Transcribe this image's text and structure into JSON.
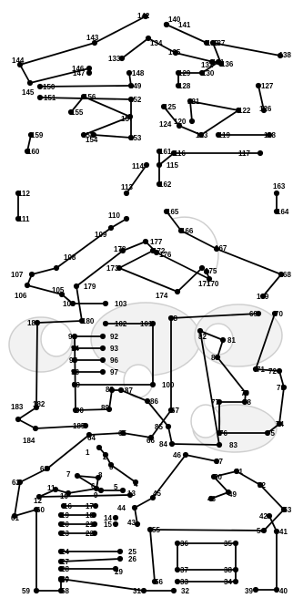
{
  "colors": {
    "ink": "#000000",
    "guide_line": "#cfcfcf",
    "guide_fill": "#f2f2f2",
    "background": "#ffffff"
  },
  "dots": [
    {
      "n": "1"
    },
    {
      "n": "2"
    },
    {
      "n": "3"
    },
    {
      "n": "4"
    },
    {
      "n": "5"
    },
    {
      "n": "6"
    },
    {
      "n": "7"
    },
    {
      "n": "8"
    },
    {
      "n": "9"
    },
    {
      "n": "10"
    },
    {
      "n": "11"
    },
    {
      "n": "12"
    },
    {
      "n": "13"
    },
    {
      "n": "14"
    },
    {
      "n": "15"
    },
    {
      "n": "16"
    },
    {
      "n": "17"
    },
    {
      "n": "18"
    },
    {
      "n": "19"
    },
    {
      "n": "20"
    },
    {
      "n": "21"
    },
    {
      "n": "22"
    },
    {
      "n": "23"
    },
    {
      "n": "24"
    },
    {
      "n": "25"
    },
    {
      "n": "26"
    },
    {
      "n": "27"
    },
    {
      "n": "28"
    },
    {
      "n": "29"
    },
    {
      "n": "30"
    },
    {
      "n": "31"
    },
    {
      "n": "32"
    },
    {
      "n": "33"
    },
    {
      "n": "34"
    },
    {
      "n": "35"
    },
    {
      "n": "36"
    },
    {
      "n": "37"
    },
    {
      "n": "38"
    },
    {
      "n": "39"
    },
    {
      "n": "40"
    },
    {
      "n": "41"
    },
    {
      "n": "42"
    },
    {
      "n": "43"
    },
    {
      "n": "44"
    },
    {
      "n": "45"
    },
    {
      "n": "46"
    },
    {
      "n": "47"
    },
    {
      "n": "48"
    },
    {
      "n": "49"
    },
    {
      "n": "50"
    },
    {
      "n": "51"
    },
    {
      "n": "52"
    },
    {
      "n": "53"
    },
    {
      "n": "54"
    },
    {
      "n": "55"
    },
    {
      "n": "56"
    },
    {
      "n": "57"
    },
    {
      "n": "58"
    },
    {
      "n": "59"
    },
    {
      "n": "60"
    },
    {
      "n": "61"
    },
    {
      "n": "62"
    },
    {
      "n": "63"
    },
    {
      "n": "64"
    },
    {
      "n": "65"
    },
    {
      "n": "66"
    },
    {
      "n": "67"
    },
    {
      "n": "68"
    },
    {
      "n": "69"
    },
    {
      "n": "70"
    },
    {
      "n": "71"
    },
    {
      "n": "72"
    },
    {
      "n": "73"
    },
    {
      "n": "74"
    },
    {
      "n": "75"
    },
    {
      "n": "76"
    },
    {
      "n": "77"
    },
    {
      "n": "78"
    },
    {
      "n": "79"
    },
    {
      "n": "80"
    },
    {
      "n": "81"
    },
    {
      "n": "82"
    },
    {
      "n": "83"
    },
    {
      "n": "84"
    },
    {
      "n": "85"
    },
    {
      "n": "86"
    },
    {
      "n": "87"
    },
    {
      "n": "88"
    },
    {
      "n": "89"
    },
    {
      "n": "90"
    },
    {
      "n": "91"
    },
    {
      "n": "92"
    },
    {
      "n": "93"
    },
    {
      "n": "94"
    },
    {
      "n": "95"
    },
    {
      "n": "96"
    },
    {
      "n": "97"
    },
    {
      "n": "98"
    },
    {
      "n": "99"
    },
    {
      "n": "100"
    },
    {
      "n": "101"
    },
    {
      "n": "102"
    },
    {
      "n": "103"
    },
    {
      "n": "104"
    },
    {
      "n": "105"
    },
    {
      "n": "106"
    },
    {
      "n": "107"
    },
    {
      "n": "108"
    },
    {
      "n": "109"
    },
    {
      "n": "110"
    },
    {
      "n": "111"
    },
    {
      "n": "112"
    },
    {
      "n": "113"
    },
    {
      "n": "114"
    },
    {
      "n": "115"
    },
    {
      "n": "116"
    },
    {
      "n": "117"
    },
    {
      "n": "118"
    },
    {
      "n": "119"
    },
    {
      "n": "120"
    },
    {
      "n": "121"
    },
    {
      "n": "122"
    },
    {
      "n": "123"
    },
    {
      "n": "124"
    },
    {
      "n": "125"
    },
    {
      "n": "126"
    },
    {
      "n": "127"
    },
    {
      "n": "128"
    },
    {
      "n": "129"
    },
    {
      "n": "130"
    },
    {
      "n": "131"
    },
    {
      "n": "132"
    },
    {
      "n": "133"
    },
    {
      "n": "134"
    },
    {
      "n": "135"
    },
    {
      "n": "136"
    },
    {
      "n": "137"
    },
    {
      "n": "138"
    },
    {
      "n": "139"
    },
    {
      "n": "140"
    },
    {
      "n": "141"
    },
    {
      "n": "142"
    },
    {
      "n": "143"
    },
    {
      "n": "144"
    },
    {
      "n": "145"
    },
    {
      "n": "146"
    },
    {
      "n": "147"
    },
    {
      "n": "148"
    },
    {
      "n": "149"
    },
    {
      "n": "150"
    },
    {
      "n": "151"
    },
    {
      "n": "152"
    },
    {
      "n": "153"
    },
    {
      "n": "154"
    },
    {
      "n": "155"
    },
    {
      "n": "156"
    },
    {
      "n": "157"
    },
    {
      "n": "158"
    },
    {
      "n": "159"
    },
    {
      "n": "160"
    },
    {
      "n": "161"
    },
    {
      "n": "162"
    },
    {
      "n": "163"
    },
    {
      "n": "164"
    },
    {
      "n": "165"
    },
    {
      "n": "166"
    },
    {
      "n": "167"
    },
    {
      "n": "168"
    },
    {
      "n": "169"
    },
    {
      "n": "170"
    },
    {
      "n": "171"
    },
    {
      "n": "172"
    },
    {
      "n": "173"
    },
    {
      "n": "174"
    },
    {
      "n": "175"
    },
    {
      "n": "176"
    },
    {
      "n": "177"
    },
    {
      "n": "178"
    },
    {
      "n": "179"
    },
    {
      "n": "180"
    },
    {
      "n": "181"
    },
    {
      "n": "182"
    },
    {
      "n": "183"
    },
    {
      "n": "184"
    },
    {
      "n": "185"
    }
  ]
}
